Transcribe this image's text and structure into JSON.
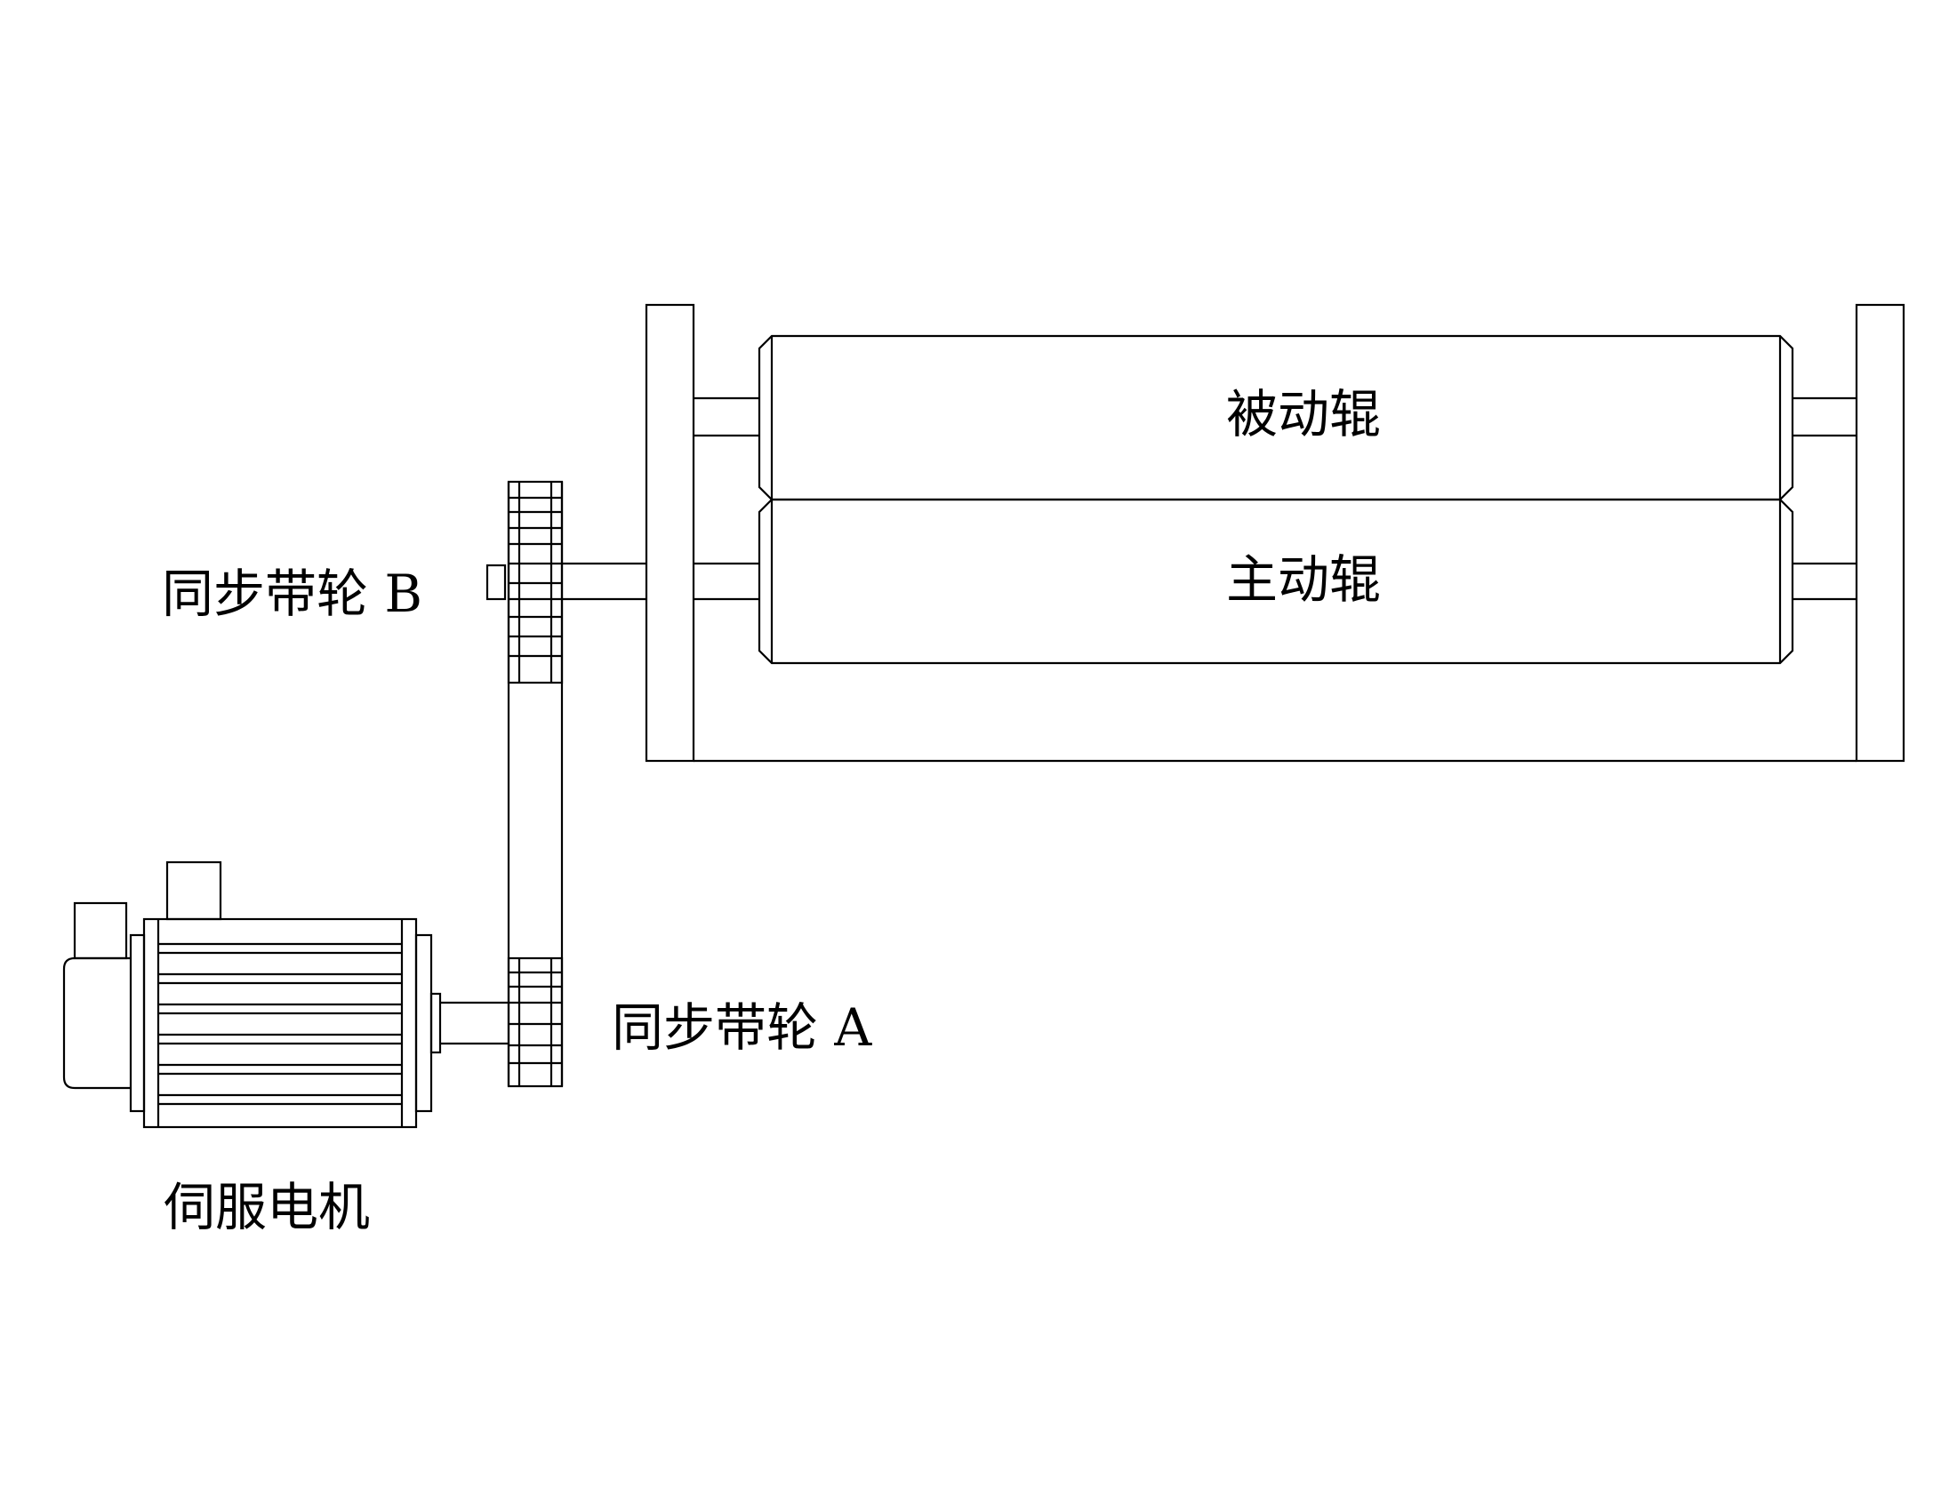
{
  "labels": {
    "passive_roller": "被动辊",
    "drive_roller": "主动辊",
    "pulley_b": "同步带轮 B",
    "pulley_a": "同步带轮 A",
    "servo_motor": "伺服电机"
  }
}
